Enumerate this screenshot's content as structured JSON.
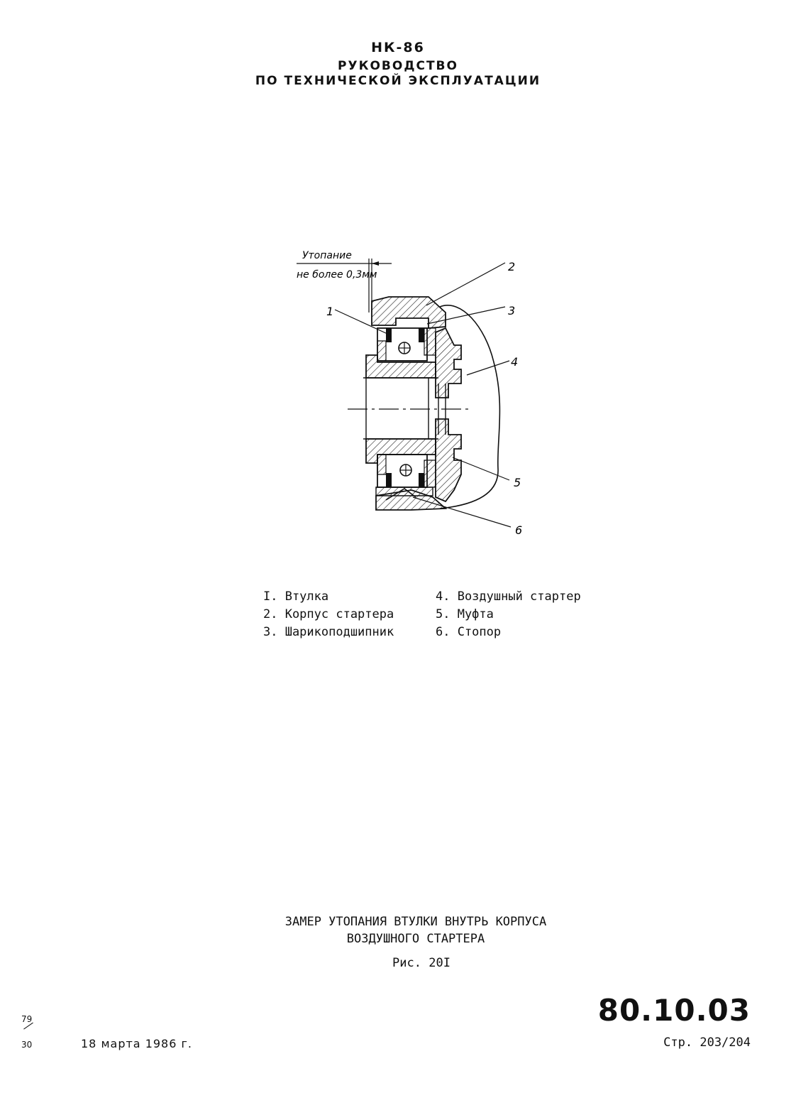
{
  "header": {
    "code": "НК-86",
    "line1": "РУКОВОДСТВО",
    "line2": "ПО  ТЕХНИЧЕСКОЙ  ЭКСПЛУАТАЦИИ"
  },
  "figure": {
    "dim_label_1": "Утопание",
    "dim_label_2": "не более 0,3мм",
    "callouts": [
      "1",
      "2",
      "3",
      "4",
      "5",
      "6"
    ]
  },
  "legend": {
    "left": [
      "I. Втулка",
      "2. Корпус стартера",
      "3. Шарикоподшипник"
    ],
    "right": [
      "4. Воздушный стартер",
      "5. Муфта",
      "6. Стопор"
    ]
  },
  "caption": {
    "line1": "ЗАМЕР УТОПАНИЯ ВТУЛКИ ВНУТРЬ КОРПУСА",
    "line2": "ВОЗДУШНОГО  СТАРТЕРА",
    "fig": "Рис. 20I"
  },
  "footer": {
    "doc_number": "80.10.03",
    "page": "Стр. 203/204",
    "date": "18 марта 1986 г.",
    "margin_top": "79",
    "margin_bottom": "30"
  }
}
